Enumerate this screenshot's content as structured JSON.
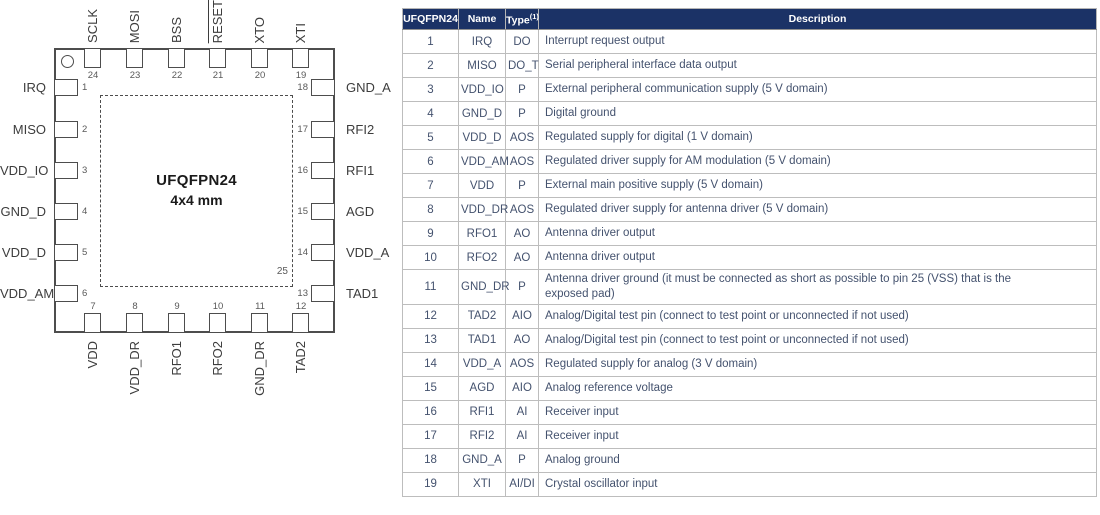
{
  "diagram": {
    "package_title": "UFQFPN24",
    "package_size": "4x4 mm",
    "exposed_pad_pin": "25",
    "pins_top": [
      {
        "num": "24",
        "label": "SCLK"
      },
      {
        "num": "23",
        "label": "MOSI"
      },
      {
        "num": "22",
        "label": "BSS"
      },
      {
        "num": "21",
        "label": "RESET",
        "overline": true
      },
      {
        "num": "20",
        "label": "XTO"
      },
      {
        "num": "19",
        "label": "XTI"
      }
    ],
    "pins_left": [
      {
        "num": "1",
        "label": "IRQ"
      },
      {
        "num": "2",
        "label": "MISO"
      },
      {
        "num": "3",
        "label": "VDD_IO"
      },
      {
        "num": "4",
        "label": "GND_D"
      },
      {
        "num": "5",
        "label": "VDD_D"
      },
      {
        "num": "6",
        "label": "VDD_AM"
      }
    ],
    "pins_right": [
      {
        "num": "18",
        "label": "GND_A"
      },
      {
        "num": "17",
        "label": "RFI2"
      },
      {
        "num": "16",
        "label": "RFI1"
      },
      {
        "num": "15",
        "label": "AGD"
      },
      {
        "num": "14",
        "label": "VDD_A"
      },
      {
        "num": "13",
        "label": "TAD1"
      }
    ],
    "pins_bottom": [
      {
        "num": "7",
        "label": "VDD"
      },
      {
        "num": "8",
        "label": "VDD_DR"
      },
      {
        "num": "9",
        "label": "RFO1"
      },
      {
        "num": "10",
        "label": "RFO2"
      },
      {
        "num": "11",
        "label": "GND_DR"
      },
      {
        "num": "12",
        "label": "TAD2"
      }
    ]
  },
  "table": {
    "headers": {
      "col1": "UFQFPN24",
      "col2": "Name",
      "col3": "Type",
      "col3_sup": "(1)",
      "col4": "Description"
    },
    "rows": [
      {
        "pin": "1",
        "name": "IRQ",
        "type": "DO",
        "description": "Interrupt request output"
      },
      {
        "pin": "2",
        "name": "MISO",
        "type": "DO_T",
        "description": "Serial peripheral interface data output"
      },
      {
        "pin": "3",
        "name": "VDD_IO",
        "type": "P",
        "description": "External peripheral communication supply (5 V domain)"
      },
      {
        "pin": "4",
        "name": "GND_D",
        "type": "P",
        "description": "Digital ground"
      },
      {
        "pin": "5",
        "name": "VDD_D",
        "type": "AOS",
        "description": "Regulated supply for digital (1 V domain)"
      },
      {
        "pin": "6",
        "name": "VDD_AM",
        "type": "AOS",
        "description": "Regulated driver supply for AM modulation (5 V domain)"
      },
      {
        "pin": "7",
        "name": "VDD",
        "type": "P",
        "description": "External main positive supply (5 V domain)"
      },
      {
        "pin": "8",
        "name": "VDD_DR",
        "type": "AOS",
        "description": "Regulated driver supply for antenna driver (5 V domain)"
      },
      {
        "pin": "9",
        "name": "RFO1",
        "type": "AO",
        "description": "Antenna driver output"
      },
      {
        "pin": "10",
        "name": "RFO2",
        "type": "AO",
        "description": "Antenna driver output"
      },
      {
        "pin": "11",
        "name": "GND_DR",
        "type": "P",
        "description": "Antenna driver ground (it must be connected as short as possible to pin 25 (VSS) that is the exposed pad)"
      },
      {
        "pin": "12",
        "name": "TAD2",
        "type": "AIO",
        "description": "Analog/Digital test pin (connect to test point or unconnected if not used)"
      },
      {
        "pin": "13",
        "name": "TAD1",
        "type": "AO",
        "description": "Analog/Digital test pin (connect to test point or unconnected if not used)"
      },
      {
        "pin": "14",
        "name": "VDD_A",
        "type": "AOS",
        "description": "Regulated supply for analog (3 V domain)"
      },
      {
        "pin": "15",
        "name": "AGD",
        "type": "AIO",
        "description": "Analog reference voltage"
      },
      {
        "pin": "16",
        "name": "RFI1",
        "type": "AI",
        "description": "Receiver input"
      },
      {
        "pin": "17",
        "name": "RFI2",
        "type": "AI",
        "description": "Receiver input"
      },
      {
        "pin": "18",
        "name": "GND_A",
        "type": "P",
        "description": "Analog ground"
      },
      {
        "pin": "19",
        "name": "XTI",
        "type": "AI/DI",
        "description": "Crystal oscillator input"
      }
    ]
  },
  "colors": {
    "table_header_bg": "#1b3266",
    "table_body_text": "#44526e",
    "diagram_line": "#4d4d4d"
  }
}
